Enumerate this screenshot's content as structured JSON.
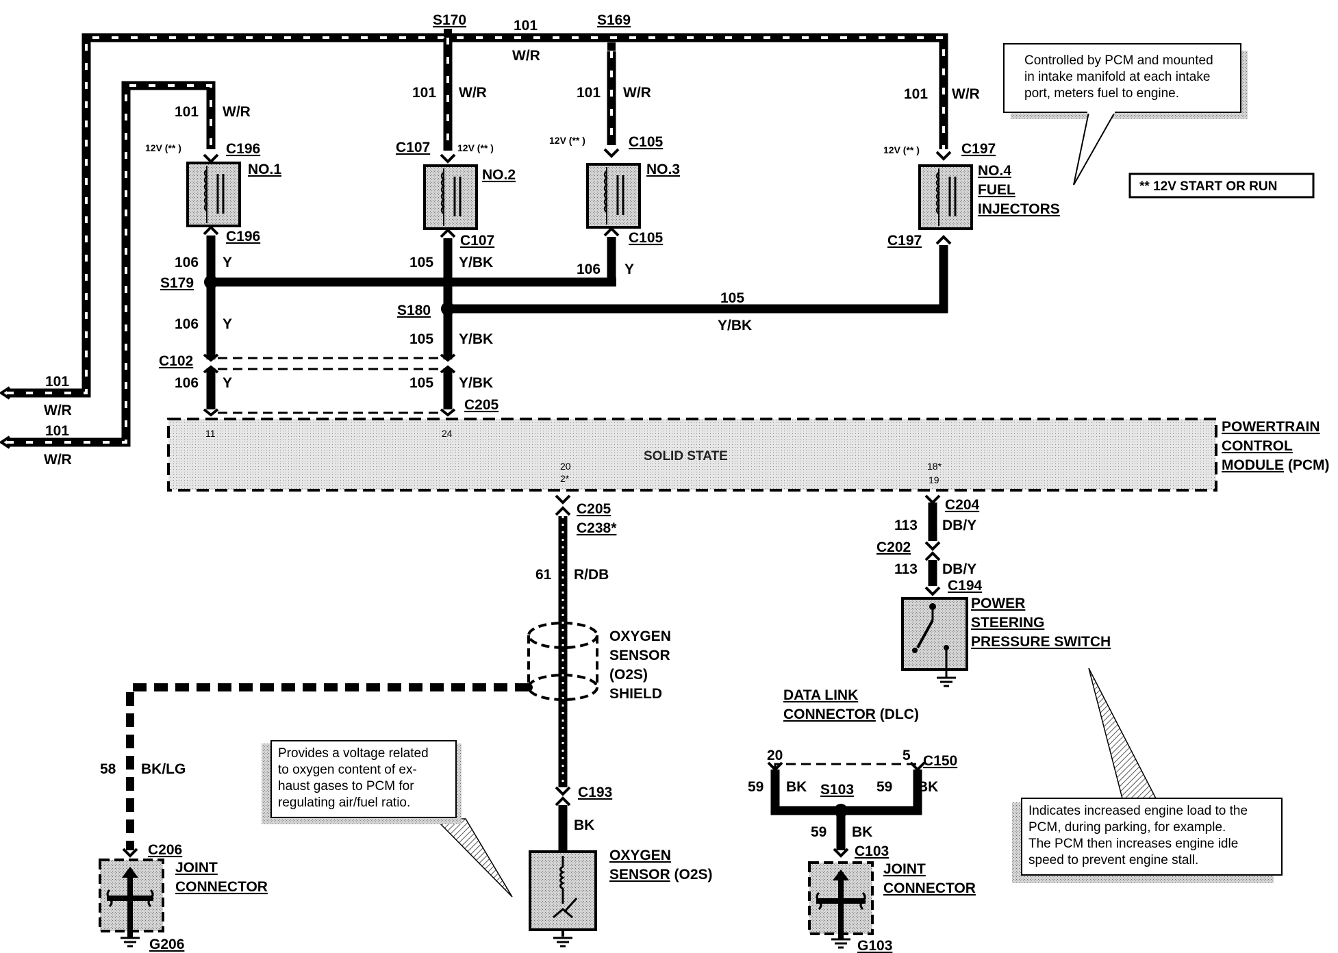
{
  "splices": {
    "s170": "S170",
    "s169": "S169",
    "s179": "S179",
    "s180": "S180",
    "s103": "S103"
  },
  "connectors": {
    "c196": "C196",
    "c107": "C107",
    "c105": "C105",
    "c197": "C197",
    "c102": "C102",
    "c205": "C205",
    "c238": "C238*",
    "c204": "C204",
    "c202": "C202",
    "c194": "C194",
    "c193": "C193",
    "c206": "C206",
    "c150": "C150",
    "c103": "C103",
    "g206": "G206",
    "g103": "G103"
  },
  "circuits": {
    "c101": "101",
    "c105": "105",
    "c106": "106",
    "c113": "113",
    "c61": "61",
    "c58": "58",
    "c59": "59",
    "wr": "W/R",
    "y": "Y",
    "ybk": "Y/BK",
    "dby": "DB/Y",
    "rdb": "R/DB",
    "bklg": "BK/LG",
    "bk": "BK"
  },
  "voltage": "12V (** )",
  "injectors": {
    "n1": "NO.1",
    "n2": "NO.2",
    "n3": "NO.3",
    "n4": "NO.4",
    "fuel": "FUEL",
    "inj": "INJECTORS"
  },
  "legend": "** 12V START OR RUN",
  "pcm": {
    "l1": "POWERTRAIN",
    "l2": "CONTROL",
    "l3": "MODULE",
    "l3b": " (PCM)",
    "inner": "SOLID STATE",
    "pins": {
      "p11": "11",
      "p24": "24",
      "p20": "20",
      "p2": "2*",
      "p18": "18*",
      "p19": "19"
    }
  },
  "o2s_shield": [
    "OXYGEN",
    "SENSOR",
    "(O2S)",
    "SHIELD"
  ],
  "o2s": {
    "l1": "OXYGEN",
    "l2": "SENSOR",
    "l2b": " (O2S)"
  },
  "ps_switch": [
    "POWER",
    "STEERING",
    "PRESSURE SWITCH"
  ],
  "dlc": {
    "l1": "DATA LINK",
    "l2": "CONNECTOR",
    "l2b": " (DLC)",
    "pin20": "20",
    "pin5": "5"
  },
  "joint": {
    "l1": "JOINT",
    "l2": "CONNECTOR"
  },
  "notes": {
    "injector": [
      "Controlled by PCM and mounted",
      "in intake manifold at each intake",
      "port, meters fuel to engine."
    ],
    "o2s": [
      "Provides a voltage related",
      "to oxygen content of ex-",
      "haust gases to PCM for",
      "regulating air/fuel ratio."
    ],
    "ps": [
      "Indicates increased engine load to the",
      "PCM, during parking, for example.",
      "The PCM then increases engine idle",
      "speed to prevent engine stall."
    ]
  }
}
